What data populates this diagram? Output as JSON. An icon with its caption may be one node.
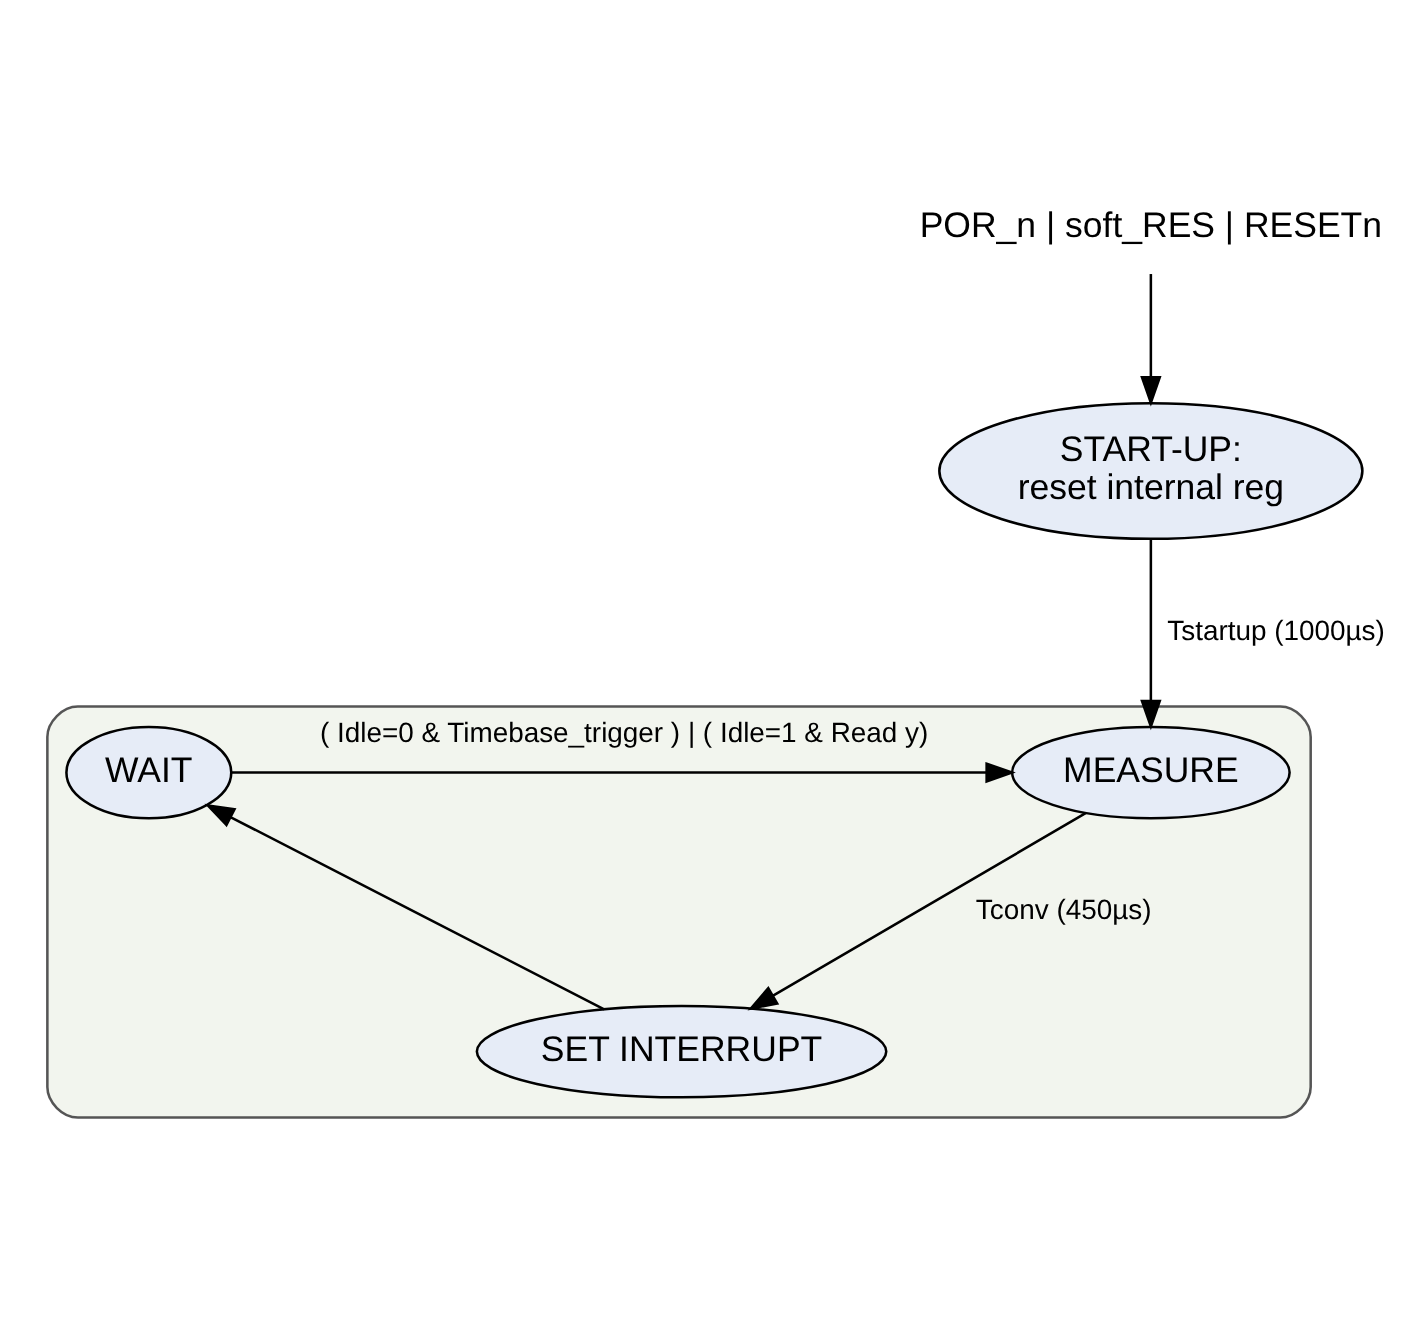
{
  "diagram": {
    "nodes": [
      {
        "text": [
          "POR_n | soft_RES | RESETn"
        ]
      },
      {
        "text": [
          "START-UP:",
          "reset internal reg"
        ]
      },
      {
        "text": [],
        "shape": "box"
      },
      {
        "text": [
          "WAIT"
        ],
        "in": 2
      },
      {
        "text": [
          "MEASURE"
        ],
        "in": 2
      },
      {
        "text": [
          "SET INTERRUPT"
        ],
        "in": 2
      }
    ],
    "edges": [
      {
        "from": 0,
        "to": 1,
        "arrow": "to"
      },
      {
        "from": 1,
        "to": 4,
        "arrow": "to",
        "label": "Tstartup (1000µs)"
      },
      {
        "from": 3,
        "to": 4,
        "arrow": "to",
        "label": "( Idle=0 & Timebase_trigger ) | ( Idle=1 & Read y)"
      },
      {
        "from": 4,
        "to": 5,
        "arrow": "to",
        "label": "Tconv (450µs)"
      },
      {
        "from": 5,
        "to": 3,
        "arrow": "to"
      }
    ]
  }
}
